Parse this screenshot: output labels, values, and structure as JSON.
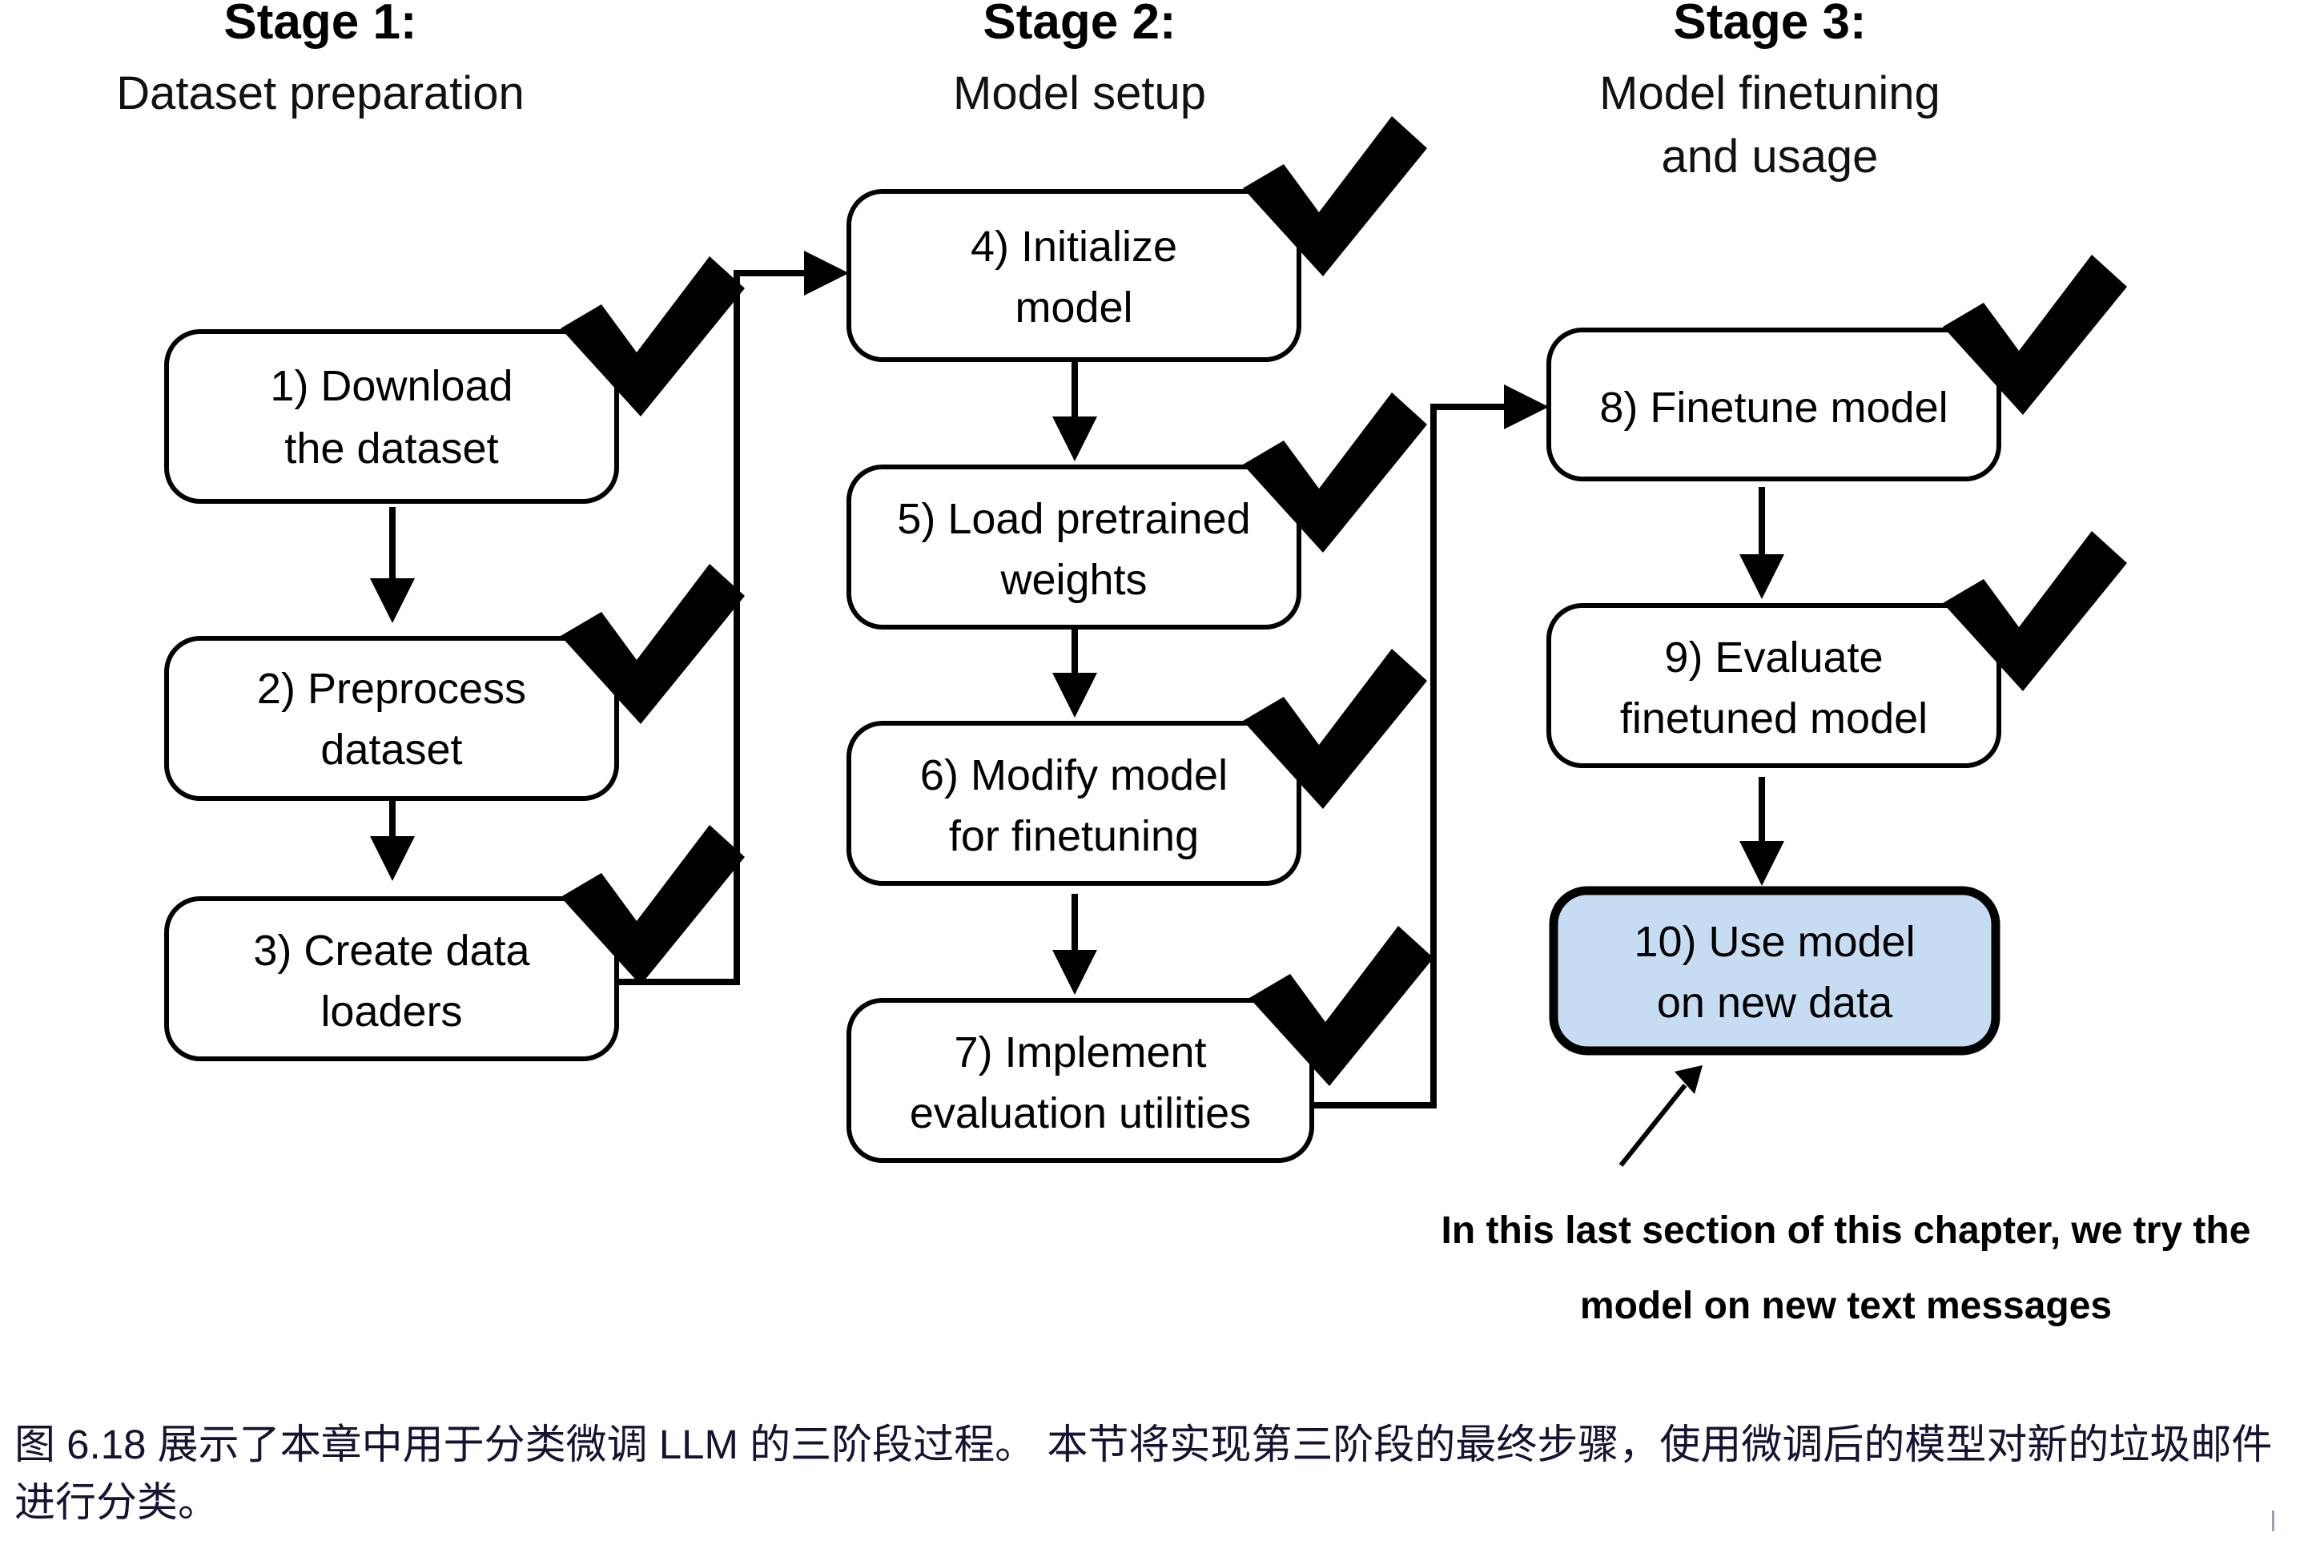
{
  "figure": {
    "stages": [
      {
        "id": "stage-1",
        "title": "Stage 1:",
        "subtitle_lines": [
          "Dataset preparation"
        ]
      },
      {
        "id": "stage-2",
        "title": "Stage 2:",
        "subtitle_lines": [
          "Model setup"
        ]
      },
      {
        "id": "stage-3",
        "title": "Stage 3:",
        "subtitle_lines": [
          "Model finetuning",
          "and usage"
        ]
      }
    ],
    "nodes": [
      {
        "id": "node-1",
        "stage": "stage-1",
        "lines": [
          "1) Download",
          "the dataset"
        ],
        "checked": true,
        "highlighted": false
      },
      {
        "id": "node-2",
        "stage": "stage-1",
        "lines": [
          "2) Preprocess",
          "dataset"
        ],
        "checked": true,
        "highlighted": false
      },
      {
        "id": "node-3",
        "stage": "stage-1",
        "lines": [
          "3) Create data",
          "loaders"
        ],
        "checked": true,
        "highlighted": false
      },
      {
        "id": "node-4",
        "stage": "stage-2",
        "lines": [
          "4) Initialize",
          "model"
        ],
        "checked": true,
        "highlighted": false
      },
      {
        "id": "node-5",
        "stage": "stage-2",
        "lines": [
          "5) Load pretrained",
          "weights"
        ],
        "checked": true,
        "highlighted": false
      },
      {
        "id": "node-6",
        "stage": "stage-2",
        "lines": [
          "6) Modify model",
          "for finetuning"
        ],
        "checked": true,
        "highlighted": false
      },
      {
        "id": "node-7",
        "stage": "stage-2",
        "lines": [
          "7) Implement",
          "evaluation utilities"
        ],
        "checked": true,
        "highlighted": false
      },
      {
        "id": "node-8",
        "stage": "stage-3",
        "lines": [
          "8) Finetune model"
        ],
        "checked": true,
        "highlighted": false
      },
      {
        "id": "node-9",
        "stage": "stage-3",
        "lines": [
          "9) Evaluate",
          "finetuned model"
        ],
        "checked": true,
        "highlighted": false
      },
      {
        "id": "node-10",
        "stage": "stage-3",
        "lines": [
          "10) Use model",
          "on new data"
        ],
        "checked": false,
        "highlighted": true
      }
    ],
    "annotation": {
      "lines": [
        "In this last section of this chapter, we try the",
        "model on new text messages"
      ],
      "points_to": "node-10"
    },
    "colors": {
      "highlight_fill": "#c6dcf2",
      "stroke": "#000000",
      "background": "#ffffff",
      "caption_text": "#141432"
    }
  },
  "caption": {
    "text": "图 6.18 展示了本章中用于分类微调 LLM 的三阶段过程。 本节将实现第三阶段的最终步骤，使用微调后的模型对新的垃圾邮件进行分类。"
  }
}
